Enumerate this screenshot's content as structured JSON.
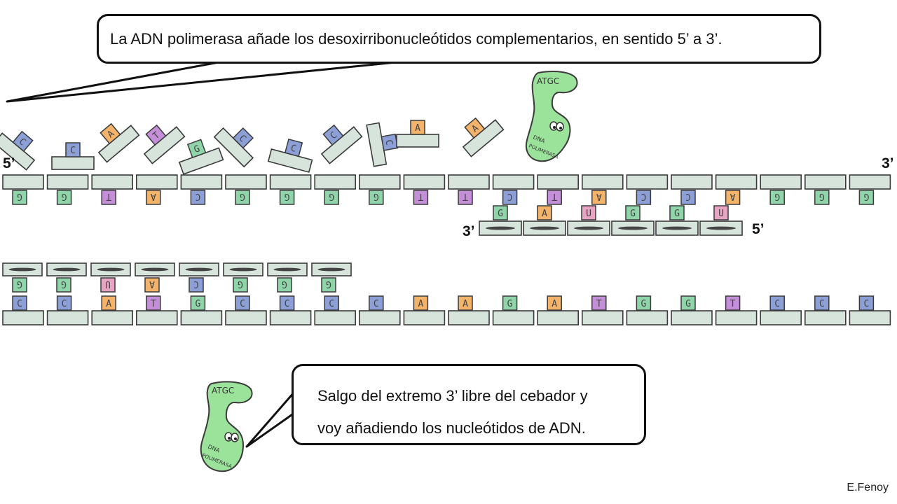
{
  "callouts": {
    "top": "La ADN polimerasa añade los desoxirribonucleótidos complementarios, en sentido 5’ a 3’.",
    "bottom_line1": "Salgo del extremo 3’ libre del cebador y",
    "bottom_line2": "voy añadiendo los nucleótidos de ADN."
  },
  "labels": {
    "template_5": "5’",
    "template_3": "3’",
    "primer_3": "3’",
    "primer_5": "5’"
  },
  "enzyme": {
    "name_line1": "DNA",
    "name_line2": "POLIMERASA",
    "bases_text": "ATGC"
  },
  "credit": "E.Fenoy",
  "colors": {
    "backbone": "#d6e4dc",
    "outline": "#3a3a3a",
    "A": "#f3b36b",
    "T": "#c58ed8",
    "G": "#8fd5a9",
    "C": "#8d9fd7",
    "U": "#e8a4c3",
    "enzyme": "#9be39b"
  },
  "strands": {
    "upper_template": [
      "G",
      "G",
      "T",
      "A",
      "C",
      "G",
      "G",
      "G",
      "G",
      "T",
      "T",
      "C",
      "T",
      "A",
      "C",
      "C",
      "A",
      "G",
      "G",
      "G"
    ],
    "rna_primer": [
      "G",
      "A",
      "U",
      "G",
      "G",
      "U"
    ],
    "free_nucleotides": [
      "C",
      "C",
      "A",
      "T",
      "G",
      "C",
      "C",
      "C",
      "C",
      "A",
      "A"
    ],
    "lower_template": [
      "C",
      "C",
      "A",
      "T",
      "G",
      "C",
      "C",
      "C",
      "C",
      "A",
      "A",
      "G",
      "A",
      "T",
      "G",
      "G",
      "T",
      "C",
      "C",
      "C"
    ],
    "lower_primer": [
      "G",
      "G",
      "U",
      "A",
      "C",
      "G",
      "G",
      "G"
    ]
  }
}
